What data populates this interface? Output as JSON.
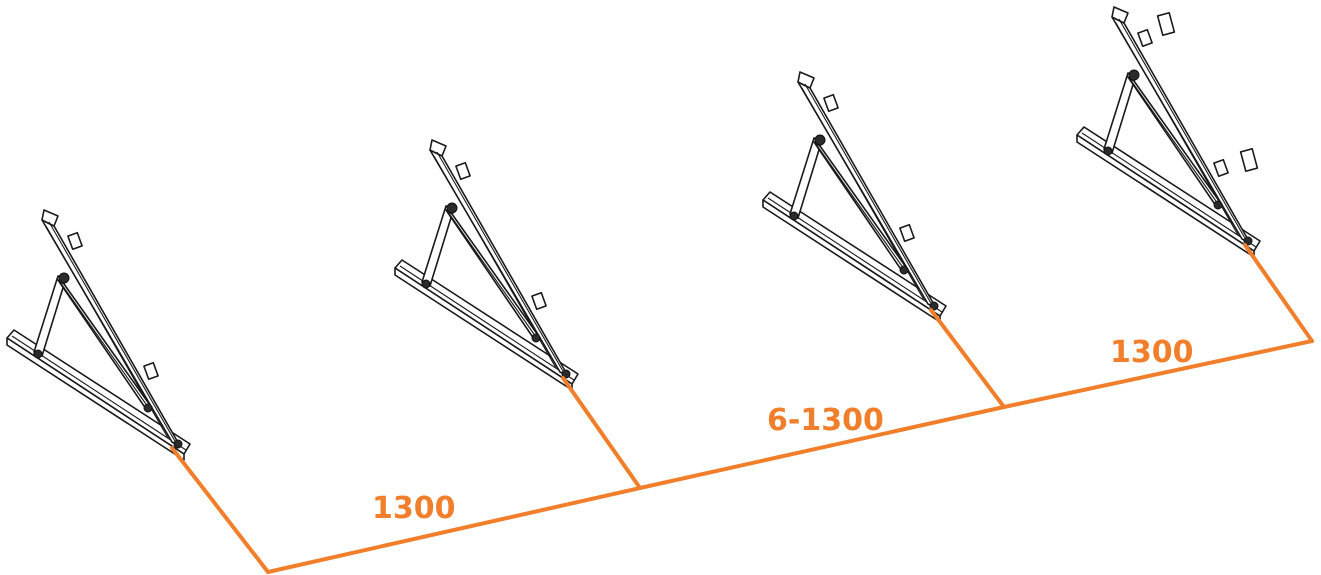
{
  "colors": {
    "dimension": "#f07e2a",
    "drawing": "#1a1a1a",
    "background": "#ffffff"
  },
  "dimensions": {
    "left": "1300",
    "middle": "6-1300",
    "right": "1300"
  },
  "brackets": [
    {
      "name": "bracket-1",
      "description_icon": "triangle-mount-bracket-icon"
    },
    {
      "name": "bracket-2",
      "description_icon": "triangle-mount-bracket-icon"
    },
    {
      "name": "bracket-3",
      "description_icon": "triangle-mount-bracket-icon"
    },
    {
      "name": "bracket-4",
      "description_icon": "triangle-mount-bracket-icon"
    }
  ]
}
